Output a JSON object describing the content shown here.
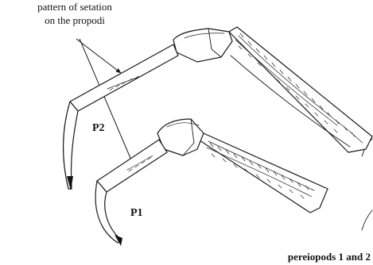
{
  "annotation": {
    "line1": "pattern of setation",
    "line2": "on the propodi"
  },
  "labels": {
    "p2": "P2",
    "p1": "P1"
  },
  "caption": "pereiopods 1 and 2"
}
